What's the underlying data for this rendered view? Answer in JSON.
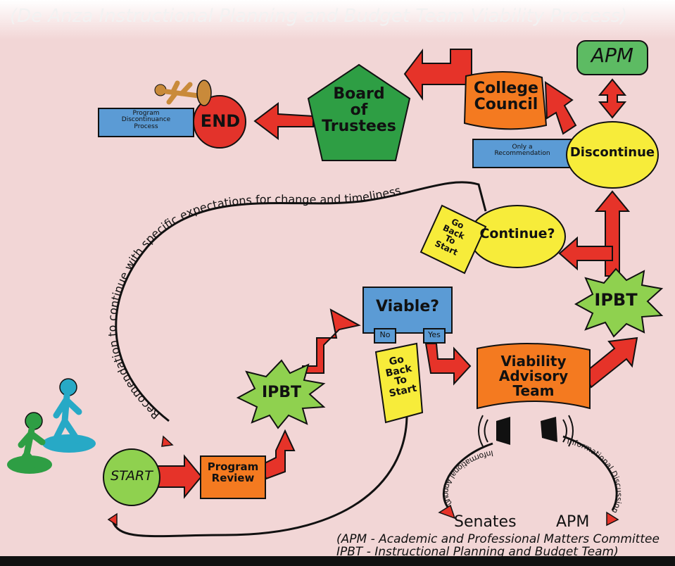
{
  "header": {
    "faded_title": "(De Anza Instructional Planning and Budget Team Viability Process)"
  },
  "nodes": {
    "apm_top": "APM",
    "college_council": [
      "College",
      "Council"
    ],
    "board": [
      "Board",
      "of",
      "Trustees"
    ],
    "end": "END",
    "program_discontinuance": [
      "Program",
      "Discontinuance",
      "Process"
    ],
    "only_rec": [
      "Only a",
      "Recommendation"
    ],
    "discontinue": "Discontinue",
    "continue": "Continue?",
    "go_back_1": [
      "Go",
      "Back",
      "To",
      "Start"
    ],
    "ipbt_right": "IPBT",
    "viable": "Viable?",
    "no": "No",
    "yes": "Yes",
    "go_back_2": [
      "Go",
      "Back",
      "To",
      "Start"
    ],
    "viability_team": [
      "Viability",
      "Advisory",
      "Team"
    ],
    "ipbt_mid": "IPBT",
    "start": "START",
    "program_review": [
      "Program",
      "Review"
    ],
    "senates": "Senates",
    "apm_bottom": "APM"
  },
  "path_text": "Recomendation to continue with specific expectations for change and timeliness",
  "curved_labels": {
    "info_announcement": "Informational Announcement",
    "info_discussion": "Informational Discussion"
  },
  "legend": {
    "line1": "(APM - Academic and Professional Matters Committee",
    "line2": "IPBT - Instructional Planning and Budget Team)"
  },
  "colors": {
    "background": "#f2d6d6",
    "arrow": "#e63329",
    "green": "#2e9e44",
    "light_green": "#8fd14f",
    "orange": "#f47a20",
    "blue": "#5b9bd5",
    "yellow": "#f7ec3a",
    "red": "#e3332b",
    "apm_green": "#5dbb63"
  }
}
